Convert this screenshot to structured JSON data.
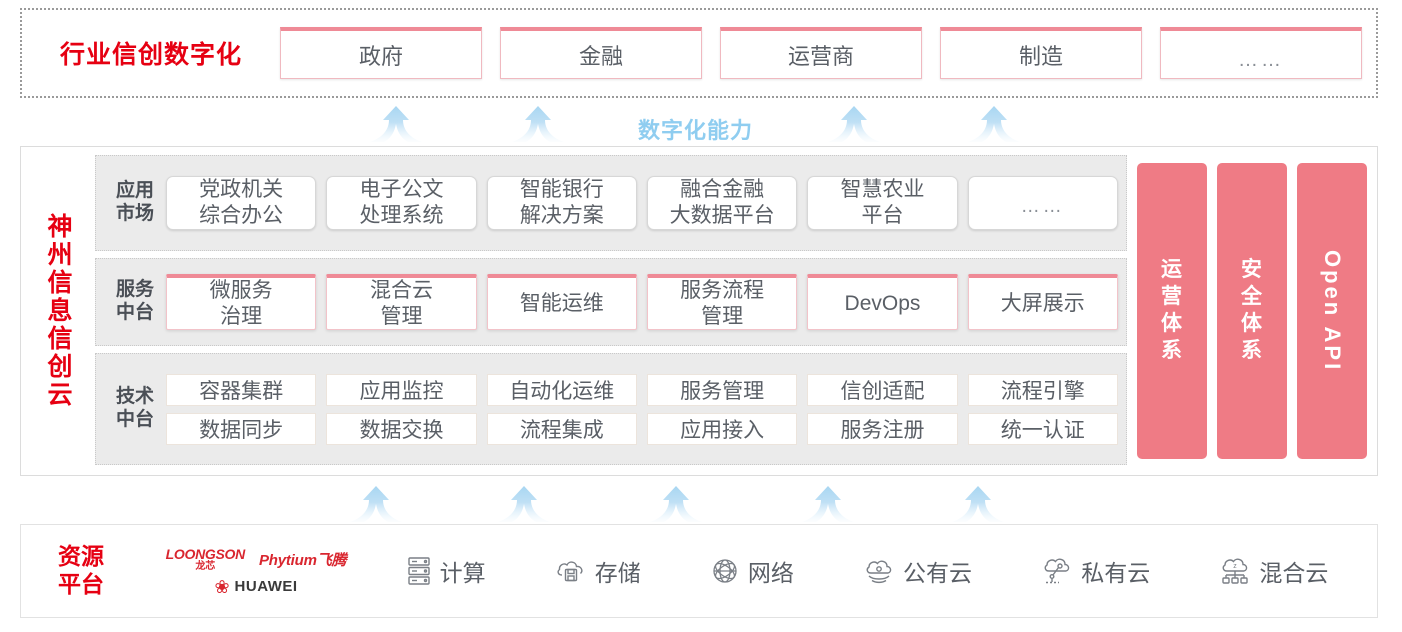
{
  "industry": {
    "title": "行业信创数字化",
    "cards": [
      {
        "label": "政府"
      },
      {
        "label": "金融"
      },
      {
        "label": "运营商"
      },
      {
        "label": "制造"
      },
      {
        "label": "……"
      }
    ]
  },
  "capability": {
    "label": "数字化能力",
    "color": "#8fcdf0",
    "arrow_count_top": 4,
    "arrow_count_bottom": 5
  },
  "cloud": {
    "title_chars": [
      "神",
      "州",
      "信",
      "息",
      "信",
      "创",
      "云"
    ],
    "title_color": "#e60012",
    "bands": [
      {
        "key": "app",
        "label": "应用\n市场",
        "label_line1": "应用",
        "label_line2": "市场",
        "cards": [
          {
            "label": "党政机关\n综合办公"
          },
          {
            "label": "电子公文\n处理系统"
          },
          {
            "label": "智能银行\n解决方案"
          },
          {
            "label": "融合金融\n大数据平台"
          },
          {
            "label": "智慧农业\n平台"
          },
          {
            "label": "……"
          }
        ]
      },
      {
        "key": "service",
        "label": "服务\n中台",
        "label_line1": "服务",
        "label_line2": "中台",
        "cards": [
          {
            "label": "微服务\n治理"
          },
          {
            "label": "混合云\n管理"
          },
          {
            "label": "智能运维"
          },
          {
            "label": "服务流程\n管理"
          },
          {
            "label": "DevOps"
          },
          {
            "label": "大屏展示"
          }
        ]
      },
      {
        "key": "tech",
        "label": "技术\n中台",
        "label_line1": "技术",
        "label_line2": "中台",
        "row1": [
          {
            "label": "容器集群"
          },
          {
            "label": "应用监控"
          },
          {
            "label": "自动化运维"
          },
          {
            "label": "服务管理"
          },
          {
            "label": "信创适配"
          },
          {
            "label": "流程引擎"
          }
        ],
        "row2": [
          {
            "label": "数据同步"
          },
          {
            "label": "数据交换"
          },
          {
            "label": "流程集成"
          },
          {
            "label": "应用接入"
          },
          {
            "label": "服务注册"
          },
          {
            "label": "统一认证"
          }
        ]
      }
    ],
    "pillars": [
      {
        "type": "cn",
        "chars": [
          "运",
          "营",
          "体",
          "系"
        ],
        "label": "运营体系"
      },
      {
        "type": "cn",
        "chars": [
          "安",
          "全",
          "体",
          "系"
        ],
        "label": "安全体系"
      },
      {
        "type": "en",
        "label": "Open API"
      }
    ],
    "pillar_color": "#ef7b85"
  },
  "resource": {
    "title_line1": "资源",
    "title_line2": "平台",
    "title_color": "#e60012",
    "logos": [
      {
        "name": "loongson",
        "en": "LOONGSON",
        "cn": "龙芯"
      },
      {
        "name": "phytium",
        "label": "Phytium飞腾"
      },
      {
        "name": "huawei",
        "label": "HUAWEI"
      }
    ],
    "items": [
      {
        "icon": "server-rack-icon",
        "label": "计算"
      },
      {
        "icon": "cloud-storage-icon",
        "label": "存储"
      },
      {
        "icon": "network-mesh-icon",
        "label": "网络"
      },
      {
        "icon": "public-cloud-icon",
        "label": "公有云"
      },
      {
        "icon": "private-cloud-icon",
        "label": "私有云"
      },
      {
        "icon": "hybrid-cloud-icon",
        "label": "混合云"
      }
    ]
  }
}
